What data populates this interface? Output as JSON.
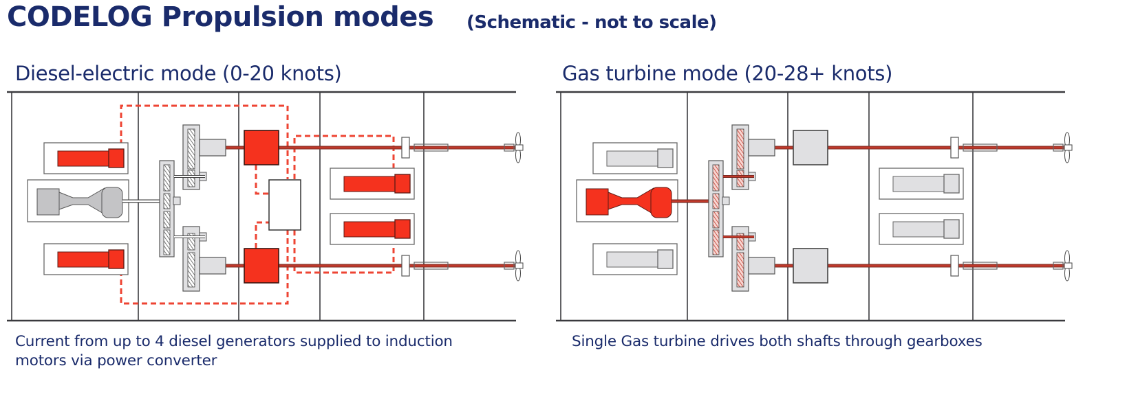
{
  "header": {
    "title": "CODELOG Propulsion modes",
    "subtitle": "(Schematic - not to scale)"
  },
  "colors": {
    "text": "#1a2b6b",
    "active_red": "#f5321e",
    "shaft_red": "#c0392b",
    "inactive_gray": "#e0e0e2",
    "turbine_gray": "#c4c4c6",
    "outline": "#3a3a3e",
    "dashed_cable": "#ee4433"
  },
  "panels": [
    {
      "id": "diesel-electric",
      "title": "Diesel-electric mode (0-20 knots)",
      "caption_lines": [
        "Current from up to 4 diesel generators supplied to induction",
        "motors via power converter"
      ],
      "state": {
        "diesel_generators_active": true,
        "gas_turbine_active": false,
        "electric_motors_active": true,
        "gearbox_train_active": false,
        "power_converter_shown": true,
        "cabling_shown": true
      },
      "components": {
        "diesel_generators": 4,
        "gas_turbines": 1,
        "electric_motors": 2,
        "shafts": 2,
        "propellers": 2,
        "power_converter": 1
      }
    },
    {
      "id": "gas-turbine",
      "title": "Gas turbine mode (20-28+ knots)",
      "caption_lines": [
        "Single Gas turbine drives both shafts through gearboxes"
      ],
      "state": {
        "diesel_generators_active": false,
        "gas_turbine_active": true,
        "electric_motors_active": false,
        "gearbox_train_active": true,
        "power_converter_shown": false,
        "cabling_shown": false
      },
      "components": {
        "diesel_generators": 4,
        "gas_turbines": 1,
        "electric_motors": 2,
        "shafts": 2,
        "propellers": 2,
        "power_converter": 0
      }
    }
  ]
}
